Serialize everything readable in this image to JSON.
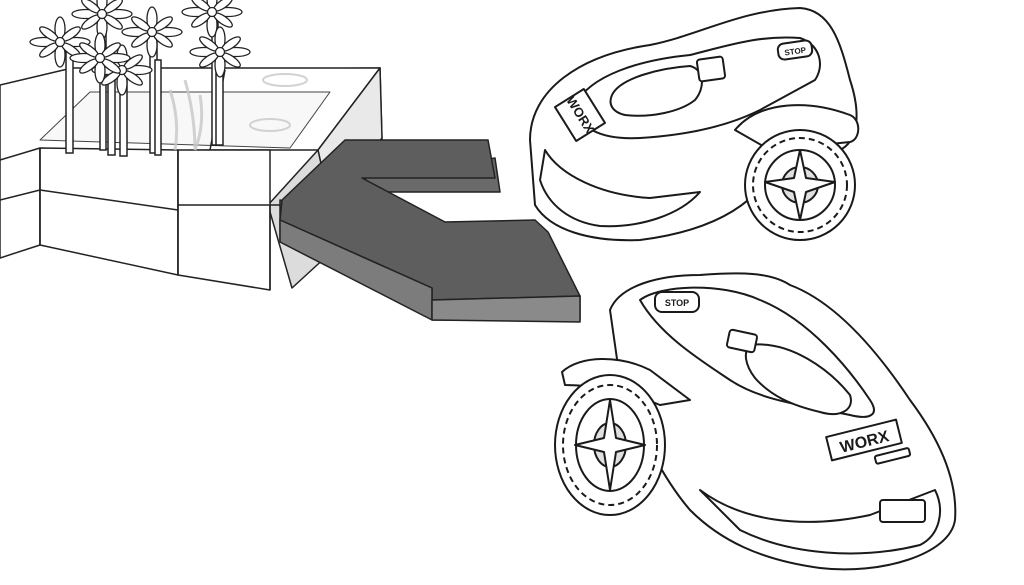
{
  "figure": {
    "brand_top": "WORX",
    "brand_bottom": "WORX",
    "button_top": "STOP",
    "button_bottom": "STOP"
  },
  "colors": {
    "arrow_top": "#5e5e5e",
    "arrow_side": "#8a8a8a",
    "arrow_dark": "#3e3e3e",
    "line": "#1a1a1a",
    "faint": "#c8c8c8",
    "mower_body": "#ffffff"
  },
  "icons": {
    "flowers": "flower-icon",
    "arrow": "bidirectional-arrow-icon",
    "mower": "robot-mower-icon"
  }
}
